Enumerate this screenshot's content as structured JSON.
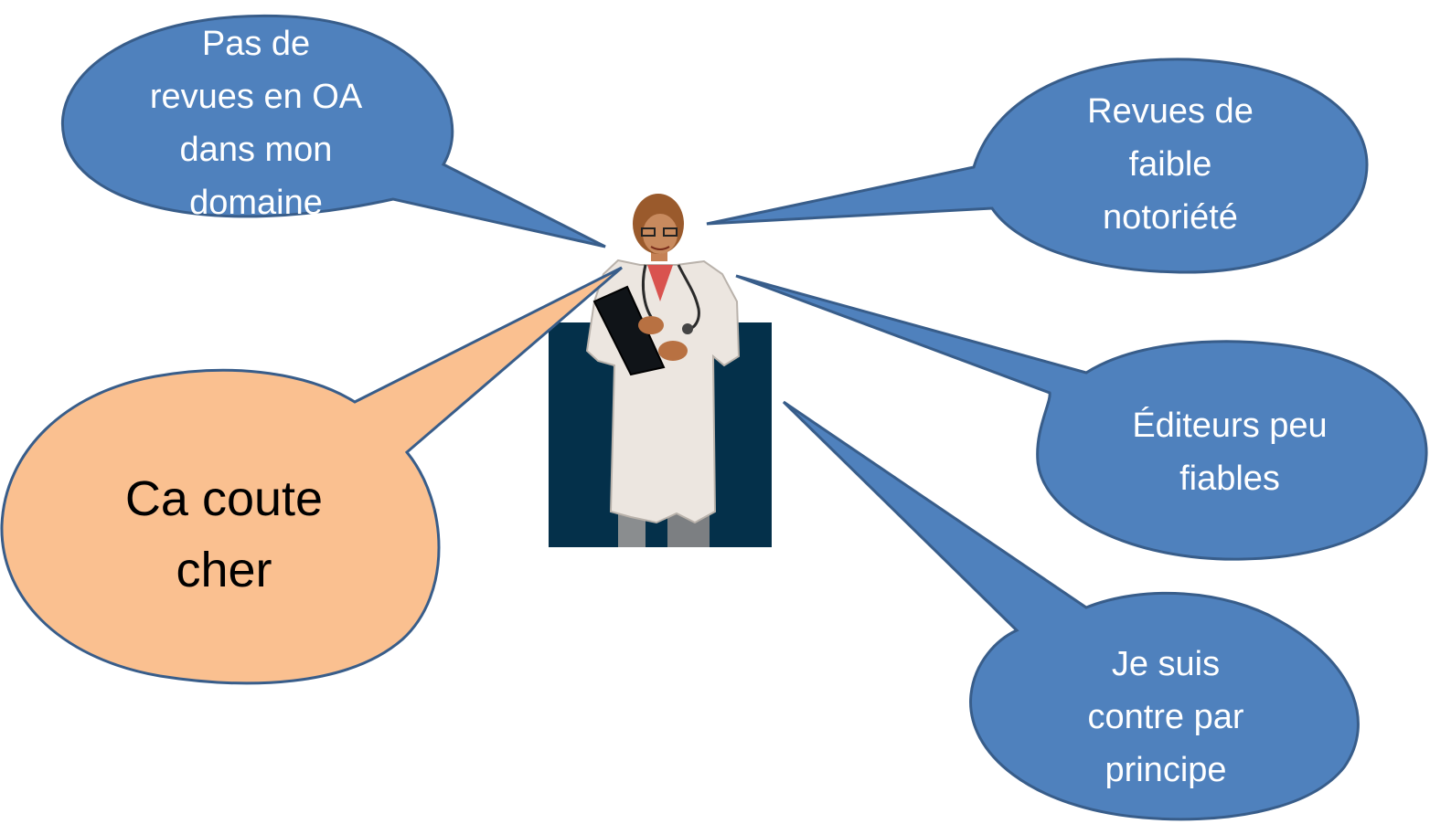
{
  "bubbles": {
    "no_journals": {
      "lines": [
        "Pas de",
        "revues en OA",
        "dans mon",
        "domaine"
      ]
    },
    "low_reputation": {
      "lines": [
        "Revues de",
        "faible",
        "notoriété"
      ]
    },
    "unreliable_publishers": {
      "lines": [
        "Éditeurs peu",
        "fiables"
      ]
    },
    "against_principle": {
      "lines": [
        "Je suis",
        "contre par",
        "principe"
      ]
    },
    "too_expensive": {
      "lines": [
        "Ca coute",
        "cher"
      ]
    }
  },
  "colors": {
    "bubble_fill": "#4f81bd",
    "bubble_stroke": "#385d8a",
    "highlight_fill": "#fac090",
    "highlight_stroke": "#385d8a",
    "figure_background": "#04304a"
  },
  "illustration": {
    "icon": "doctor-figure-icon"
  }
}
